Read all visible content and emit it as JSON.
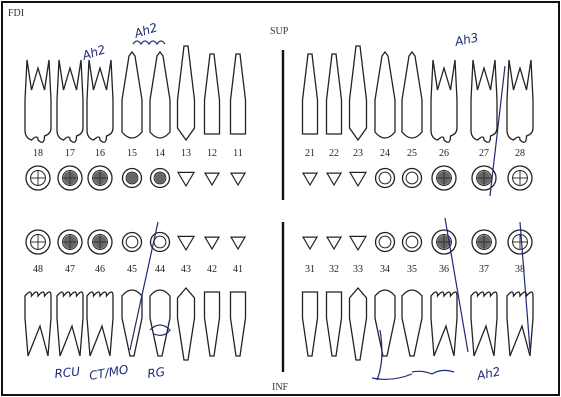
{
  "headers": {
    "left": "FDI",
    "top": "SUP",
    "bottom": "INF"
  },
  "upper_right": [
    "18",
    "17",
    "16",
    "15",
    "14",
    "13",
    "12",
    "11"
  ],
  "upper_left": [
    "21",
    "22",
    "23",
    "24",
    "25",
    "26",
    "27",
    "28"
  ],
  "lower_right": [
    "48",
    "47",
    "46",
    "45",
    "44",
    "43",
    "42",
    "41"
  ],
  "lower_left": [
    "31",
    "32",
    "33",
    "34",
    "35",
    "36",
    "37",
    "38"
  ],
  "annotations": {
    "ah2_a": "Ah2",
    "ah2_b": "Ah2",
    "ah3": "Ah3",
    "rcu": "RCU",
    "ct_mo": "CT/MO",
    "rg": "RG",
    "ah2_c": "Ah2"
  },
  "colors": {
    "ink": "#222222",
    "pen": "#1e2a78",
    "filling": "#333333"
  }
}
